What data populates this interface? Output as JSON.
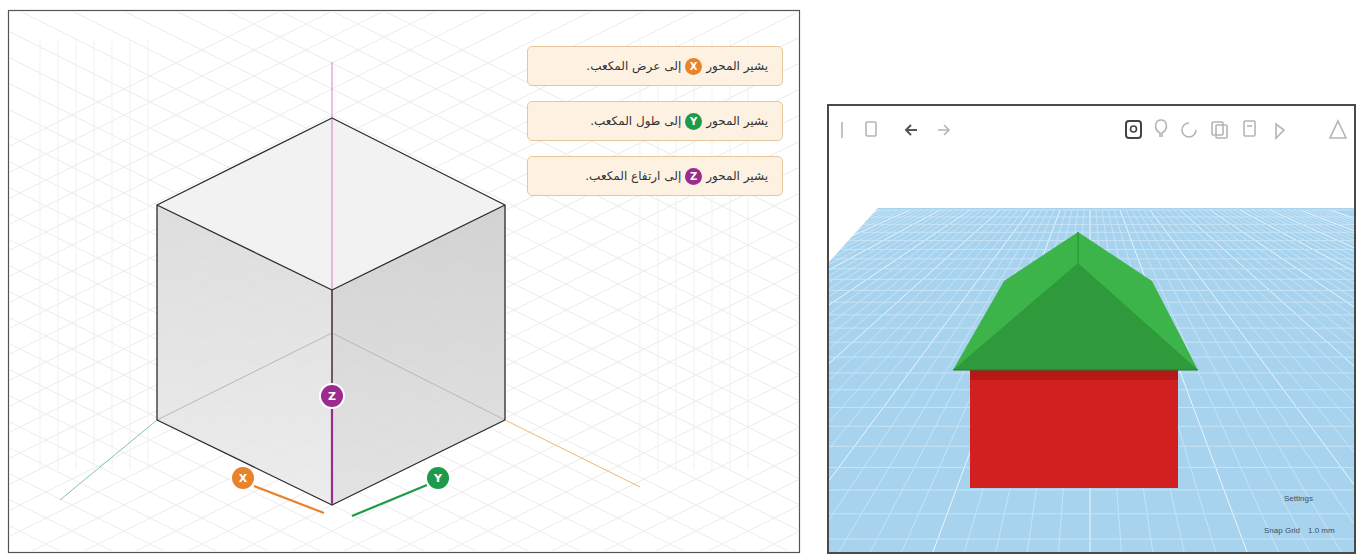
{
  "diagram": {
    "nodes": [
      {
        "text": [
          "يشير المحور",
          "إلى عرض المكعب."
        ]
      },
      {
        "text": [
          "X"
        ],
        "in": 0
      },
      {
        "text": [
          "يشير المحور",
          "إلى طول المكعب."
        ]
      },
      {
        "text": [
          "Y"
        ],
        "in": 2
      },
      {
        "text": [
          "يشير المحور",
          "إلى ارتفاع المكعب."
        ]
      },
      {
        "text": [
          "Z"
        ],
        "in": 4
      },
      {
        "text": [
          "Z"
        ]
      },
      {
        "text": [
          "X"
        ]
      },
      {
        "text": [
          "Y"
        ]
      }
    ],
    "labels": [
      "Settings",
      "Snap Grid",
      "1.0 mm"
    ]
  }
}
